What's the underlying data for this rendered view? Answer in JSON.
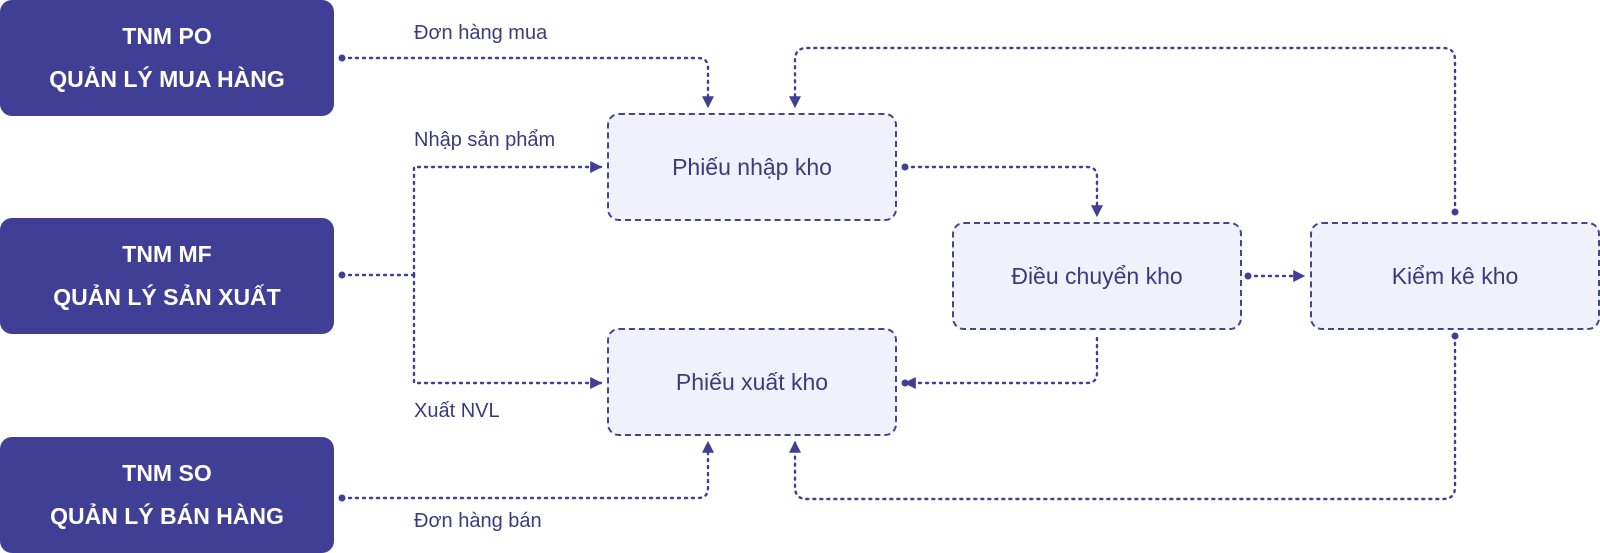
{
  "modules": {
    "po": {
      "code": "TNM PO",
      "name": "QUẢN LÝ MUA HÀNG"
    },
    "mf": {
      "code": "TNM MF",
      "name": "QUẢN LÝ SẢN XUẤT"
    },
    "so": {
      "code": "TNM SO",
      "name": "QUẢN LÝ BÁN HÀNG"
    }
  },
  "processes": {
    "phieu_nhap_kho": "Phiếu nhập kho",
    "phieu_xuat_kho": "Phiếu xuất kho",
    "dieu_chuyen_kho": "Điều chuyển kho",
    "kiem_ke_kho": "Kiểm kê kho"
  },
  "edge_labels": {
    "don_hang_mua": "Đơn hàng mua",
    "nhap_san_pham": "Nhập sản phẩm",
    "xuat_nvl": "Xuất NVL",
    "don_hang_ban": "Đơn hàng bán"
  },
  "colors": {
    "module_fill": "#3f3f95",
    "process_fill": "#f1f1fc",
    "process_border": "#45458c",
    "text": "#3a3a80",
    "connector": "#3f3f95"
  }
}
